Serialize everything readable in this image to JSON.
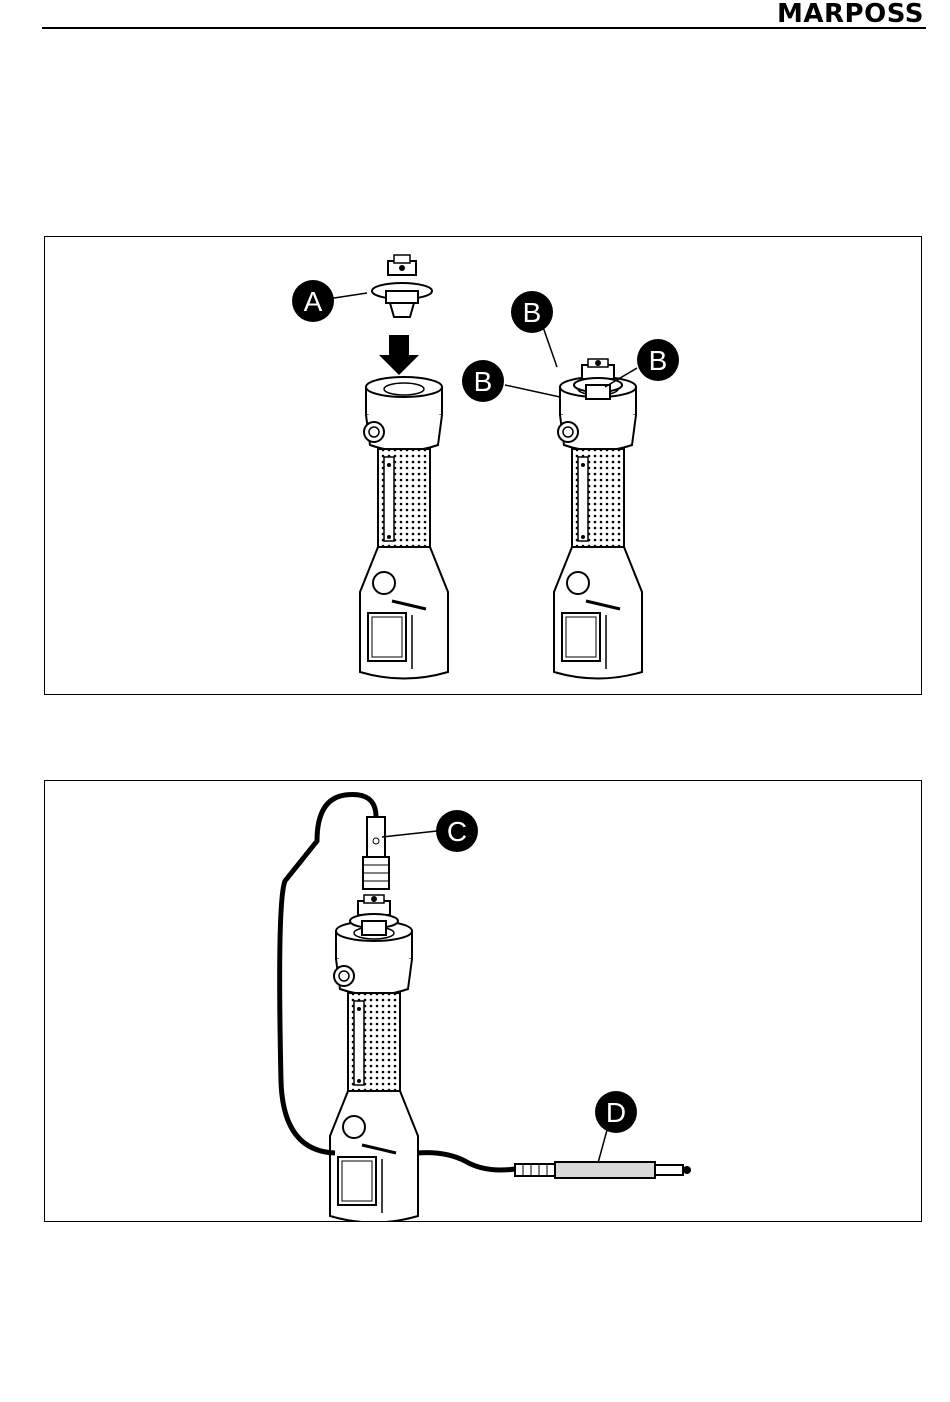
{
  "header": {
    "brand": "MARPOSS"
  },
  "figure1": {
    "labels": {
      "a": "A",
      "b1": "B",
      "b2": "B",
      "b3": "B"
    }
  },
  "figure2": {
    "labels": {
      "c": "C",
      "d": "D"
    }
  },
  "colors": {
    "ink": "#000000",
    "paper": "#ffffff",
    "grip": "#d9d9d9"
  },
  "icons": [
    "down-arrow-icon"
  ]
}
